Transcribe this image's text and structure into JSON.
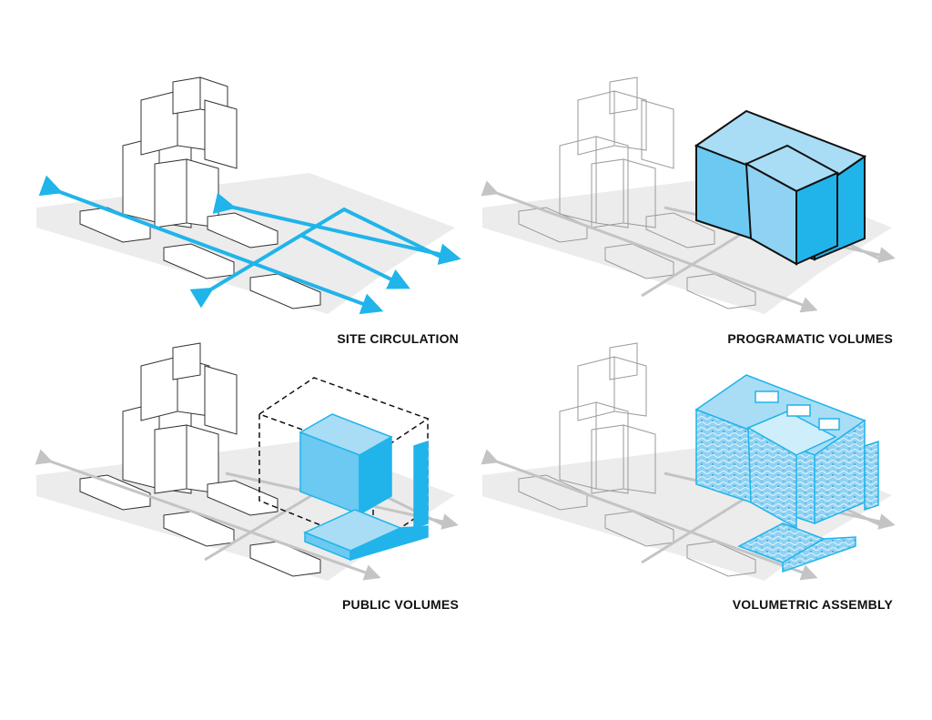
{
  "panels": [
    {
      "label": "SITE CIRCULATION"
    },
    {
      "label": "PROGRAMATIC VOLUMES"
    },
    {
      "label": "PUBLIC VOLUMES"
    },
    {
      "label": "VOLUMETRIC ASSEMBLY"
    }
  ],
  "colors": {
    "accent": "#20b4ea",
    "accent_fill": "#6cc9f2",
    "accent_light": "#a9ddf5",
    "ground": "#ececec",
    "line": "#222222",
    "ghost_line": "#9a9a9a",
    "ghost_arrow": "#c4c4c4"
  }
}
